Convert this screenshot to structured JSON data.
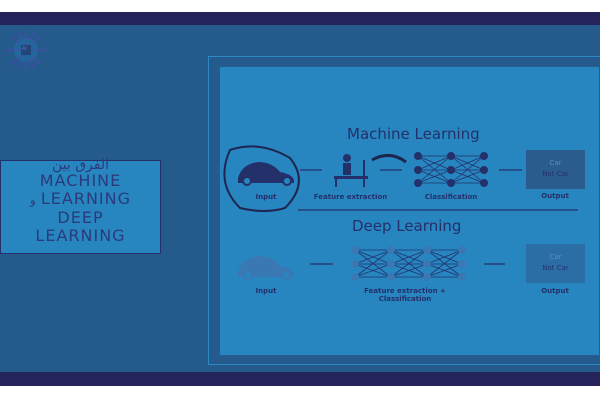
{
  "title_box": {
    "arabic_top": "الفرق بين",
    "line1": "MACHINE",
    "line2": "LEARNING",
    "conj": "و",
    "line3": "DEEP",
    "line4": "LEARNING"
  },
  "logo": {
    "icon": "ai-chip-icon",
    "text": "AI"
  },
  "diagram": {
    "ml": {
      "title": "Machine Learning",
      "labels": [
        "Input",
        "Feature extraction",
        "Classification",
        "Output"
      ],
      "output": [
        "Car",
        "Not Car"
      ]
    },
    "dl": {
      "title": "Deep Learning",
      "labels": [
        "Input",
        "Feature extraction + Classification",
        "Output"
      ],
      "output": [
        "Car",
        "Not Car"
      ]
    }
  },
  "colors": {
    "band": "#25245a",
    "background": "#255a8c",
    "panel": "#2786c0",
    "ink": "#24306a"
  }
}
